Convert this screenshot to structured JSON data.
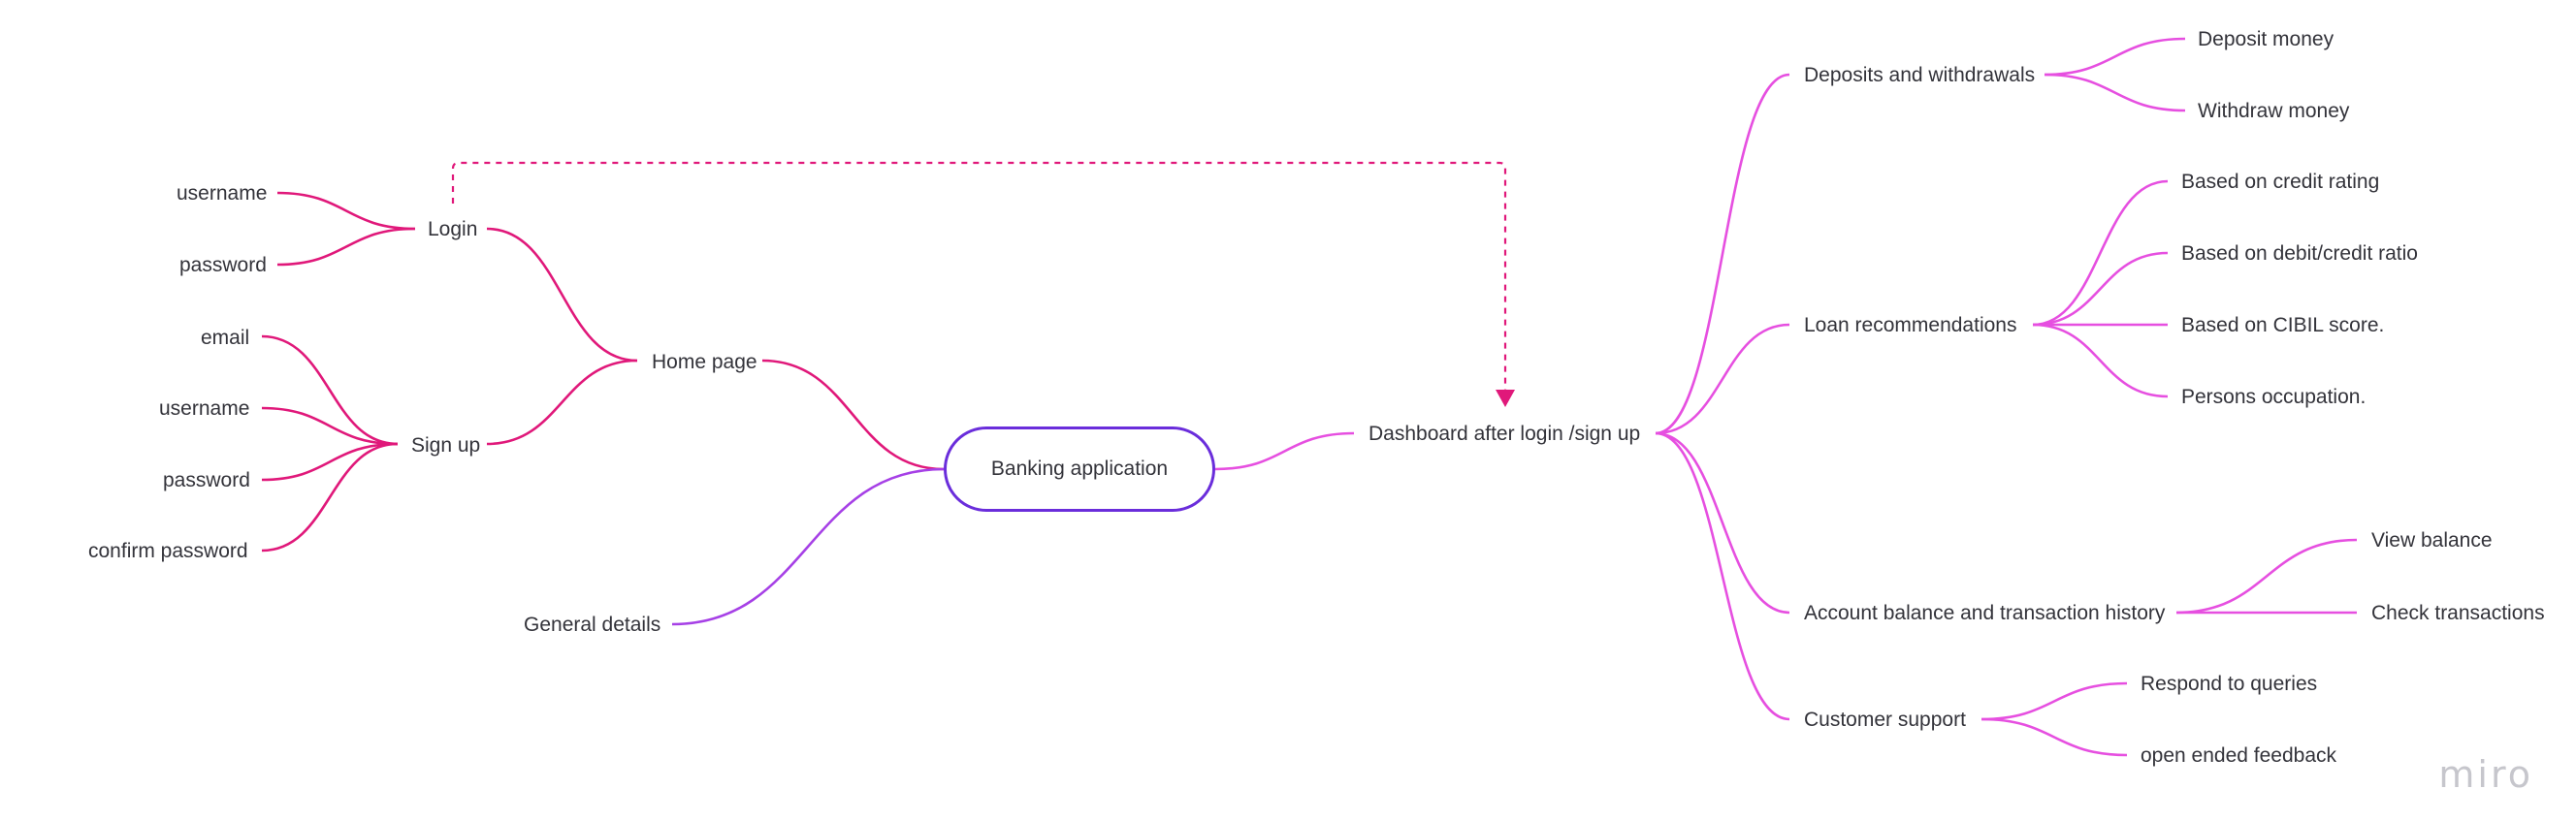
{
  "root": {
    "label": "Banking application"
  },
  "left": {
    "home": {
      "label": "Home page",
      "login": {
        "label": "Login",
        "children": [
          "username",
          "password"
        ]
      },
      "signup": {
        "label": "Sign up",
        "children": [
          "email",
          "username",
          "password",
          "confirm password"
        ]
      }
    },
    "general": {
      "label": "General  details"
    }
  },
  "right": {
    "dashboard": {
      "label": "Dashboard after login /sign up",
      "branches": [
        {
          "label": "Deposits and withdrawals",
          "children": [
            "Deposit money",
            "Withdraw money"
          ]
        },
        {
          "label": "Loan recommendations",
          "children": [
            "Based on credit rating",
            "Based on debit/credit ratio",
            "Based on CIBIL score.",
            "Persons occupation."
          ]
        },
        {
          "label": "Account balance and transaction history",
          "children": [
            "View balance",
            "Check transactions"
          ]
        },
        {
          "label": "Customer support",
          "children": [
            "Respond to queries",
            "open ended feedback"
          ]
        }
      ]
    }
  },
  "watermark": "miro",
  "colors": {
    "root_border": "#6a2ddb",
    "left_home": "#e0187a",
    "left_general": "#a640e6",
    "right": "#e64fe0",
    "connector": "#e0187a",
    "text": "#33333a",
    "watermark": "#c6c6cc"
  }
}
